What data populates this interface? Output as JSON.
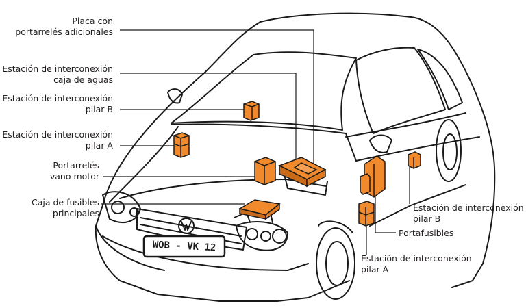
{
  "labels": {
    "placa": {
      "line1": "Placa con",
      "line2": "portarrelés adicionales"
    },
    "caja_aguas": {
      "line1": "Estación de interconexión",
      "line2": "caja de aguas"
    },
    "pilar_b_left": {
      "line1": "Estación de interconexión",
      "line2": "pilar B"
    },
    "pilar_a_left": {
      "line1": "Estación de interconexión",
      "line2": "pilar A"
    },
    "portarreles": {
      "line1": "Portarrelés",
      "line2": "vano motor"
    },
    "fusibles_principales": {
      "line1": "Caja de fusibles",
      "line2": "principales"
    },
    "pilar_b_right": {
      "line1": "Estación de interconexión",
      "line2": "pilar B"
    },
    "portafusibles": {
      "line1": "Portafusibles"
    },
    "pilar_a_right": {
      "line1": "Estación de interconexión",
      "line2": "pilar A"
    }
  },
  "license_plate": "WOB - VK 12",
  "colors": {
    "component": "#f08a2c",
    "component_dark": "#c96a18",
    "outline": "#1a1a1a",
    "text": "#231f20"
  }
}
